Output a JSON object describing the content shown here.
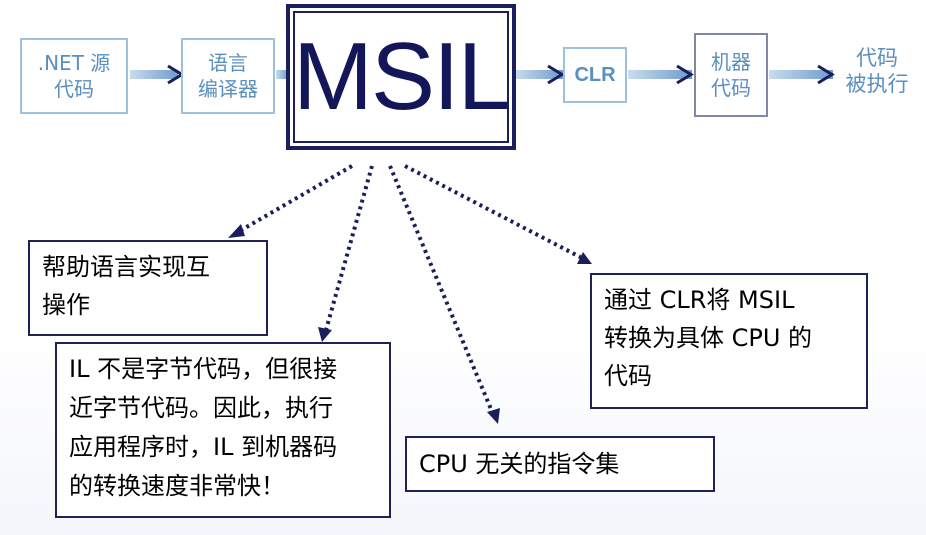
{
  "flow": {
    "source_code": [
      ".NET 源",
      "代码"
    ],
    "compiler": [
      "语言",
      "编译器"
    ],
    "msil": "MSIL",
    "clr": "CLR",
    "machine_code": [
      "机器",
      "代码"
    ],
    "executed": [
      "代码",
      "被执行"
    ]
  },
  "notes": {
    "interop": [
      "帮助语言实现互",
      "操作"
    ],
    "il_not_bytecode": [
      "IL 不是字节代码，但很接",
      "近字节代码。因此，执行",
      "应用程序时，IL 到机器码",
      "的转换速度非常快！"
    ],
    "cpu_independent": [
      "CPU 无关的指令集"
    ],
    "clr_convert": [
      "通过 CLR将 MSIL",
      "转换为具体 CPU 的",
      "代码"
    ]
  },
  "colors": {
    "flow_light": "#9fc0dd",
    "flow_text": "#5a8fc0",
    "navy": "#1a1f5c"
  }
}
